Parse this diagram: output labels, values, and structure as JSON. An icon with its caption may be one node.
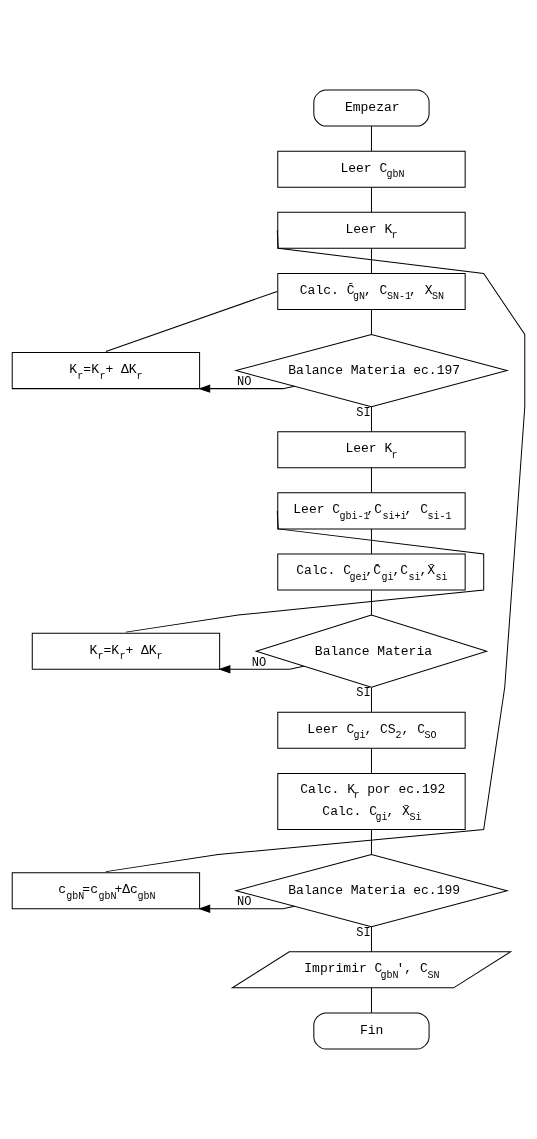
{
  "diagram": {
    "nodes": [
      {
        "text": [
          "Empezar"
        ]
      },
      {
        "text": [
          "Leer C$_{gbN}$"
        ]
      },
      {
        "text": [
          "Leer K$_{r}$"
        ]
      },
      {
        "text": [
          "Calc. C̄$_{gN}$, C$_{SN-1}$, X$_{SN}$"
        ]
      },
      {
        "text": [
          "Balance Materia ec.197"
        ]
      },
      {
        "text": [
          "K$_{r}$=K$_{r}$+ ΔK$_{r}$"
        ]
      },
      {
        "text": [
          "Leer K$_{r}$"
        ]
      },
      {
        "text": [
          "Leer C$_{gbi-1}$,C$_{si+i}$, C$_{si-1}$"
        ]
      },
      {
        "text": [
          "Calc. C$_{gei}$,C̄$_{gi}$,C$_{si}$,X̄$_{si}$"
        ]
      },
      {
        "text": [
          "Balance Materia"
        ]
      },
      {
        "text": [
          "K$_{r}$=K$_{r}$+ ΔK$_{r}$"
        ]
      },
      {
        "text": [
          "Leer C$_{gi}$, CS$_{2}$, C$_{SO}$"
        ]
      },
      {
        "text": [
          "Calc. K$_{r}$ por ec.192",
          "Calc. C$_{gi}$, X̄$_{Si}$"
        ]
      },
      {
        "text": [
          "Balance Materia ec.199"
        ]
      },
      {
        "text": [
          "c$_{gbN}$=c$_{gbN}$+Δc$_{gbN}$"
        ]
      },
      {
        "text": [
          "Imprimir C$_{gbN}$', C$_{SN}$"
        ]
      },
      {
        "text": [
          "Fin"
        ]
      }
    ],
    "edges": [
      {
        "from": 0,
        "to": 1,
        "arrow": "none"
      },
      {
        "from": 1,
        "to": 2,
        "arrow": "none"
      },
      {
        "from": 2,
        "to": 3,
        "arrow": "none"
      },
      {
        "from": 3,
        "to": 4,
        "arrow": "none"
      },
      {
        "from": 4,
        "to": 5,
        "arrow": "to",
        "label": "NO"
      },
      {
        "from": 5,
        "to": 3,
        "arrow": "none"
      },
      {
        "from": 4,
        "to": 6,
        "arrow": "none",
        "label": "SI"
      },
      {
        "from": 6,
        "to": 7,
        "arrow": "none"
      },
      {
        "from": 7,
        "to": 8,
        "arrow": "none"
      },
      {
        "from": 8,
        "to": 9,
        "arrow": "none"
      },
      {
        "from": 9,
        "to": 10,
        "arrow": "to",
        "label": "NO"
      },
      {
        "from": 10,
        "to": 7,
        "arrow": "none"
      },
      {
        "from": 9,
        "to": 11,
        "arrow": "none",
        "label": "SI"
      },
      {
        "from": 11,
        "to": 12,
        "arrow": "none"
      },
      {
        "from": 12,
        "to": 13,
        "arrow": "none"
      },
      {
        "from": 13,
        "to": 14,
        "arrow": "to",
        "label": "NO"
      },
      {
        "from": 14,
        "to": 2,
        "arrow": "none"
      },
      {
        "from": 13,
        "to": 15,
        "arrow": "none",
        "label": "SI"
      },
      {
        "from": 15,
        "to": 16,
        "arrow": "none"
      }
    ]
  }
}
